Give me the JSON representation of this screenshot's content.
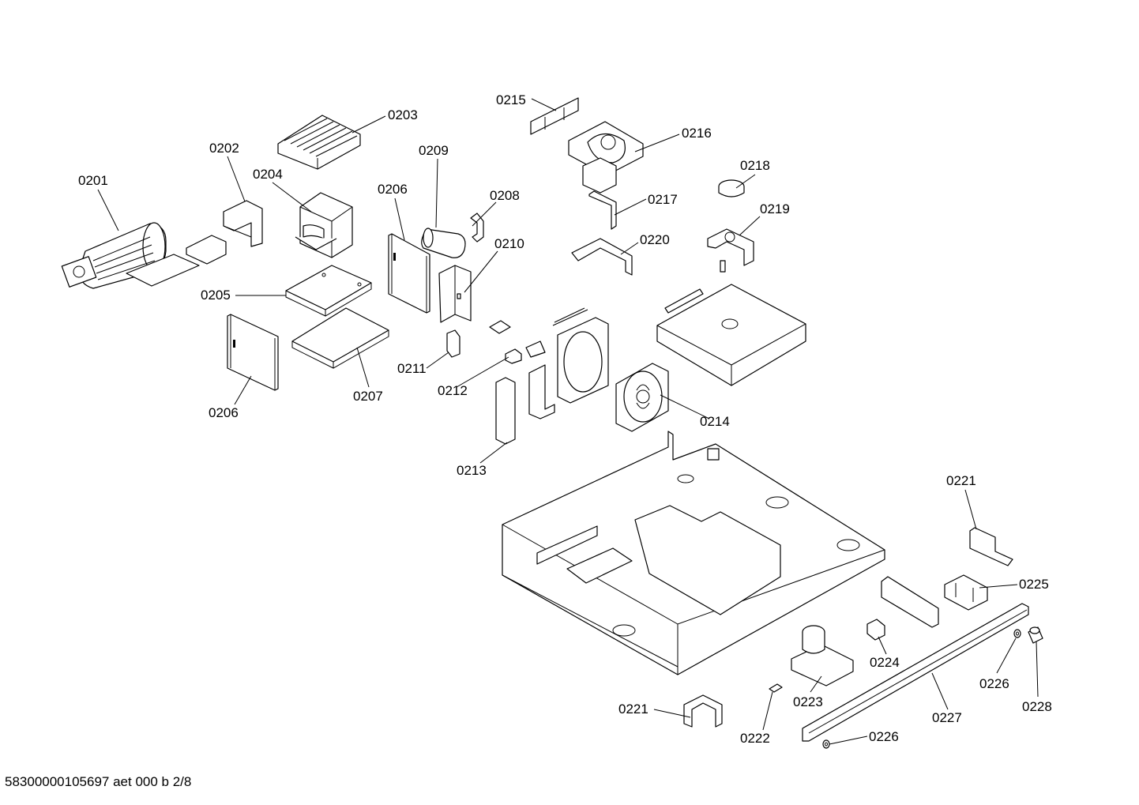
{
  "diagram": {
    "callouts": {
      "p0201": "0201",
      "p0202": "0202",
      "p0203": "0203",
      "p0204": "0204",
      "p0205": "0205",
      "p0206a": "0206",
      "p0206b": "0206",
      "p0207": "0207",
      "p0208": "0208",
      "p0209": "0209",
      "p0210": "0210",
      "p0211": "0211",
      "p0212": "0212",
      "p0213": "0213",
      "p0214": "0214",
      "p0215": "0215",
      "p0216": "0216",
      "p0217": "0217",
      "p0218": "0218",
      "p0219": "0219",
      "p0220": "0220",
      "p0221a": "0221",
      "p0221b": "0221",
      "p0222": "0222",
      "p0223": "0223",
      "p0224": "0224",
      "p0225": "0225",
      "p0226a": "0226",
      "p0226b": "0226",
      "p0227": "0227",
      "p0228": "0228"
    }
  },
  "footer": {
    "document_code": "58300000105697 aet 000 b 2/8"
  }
}
